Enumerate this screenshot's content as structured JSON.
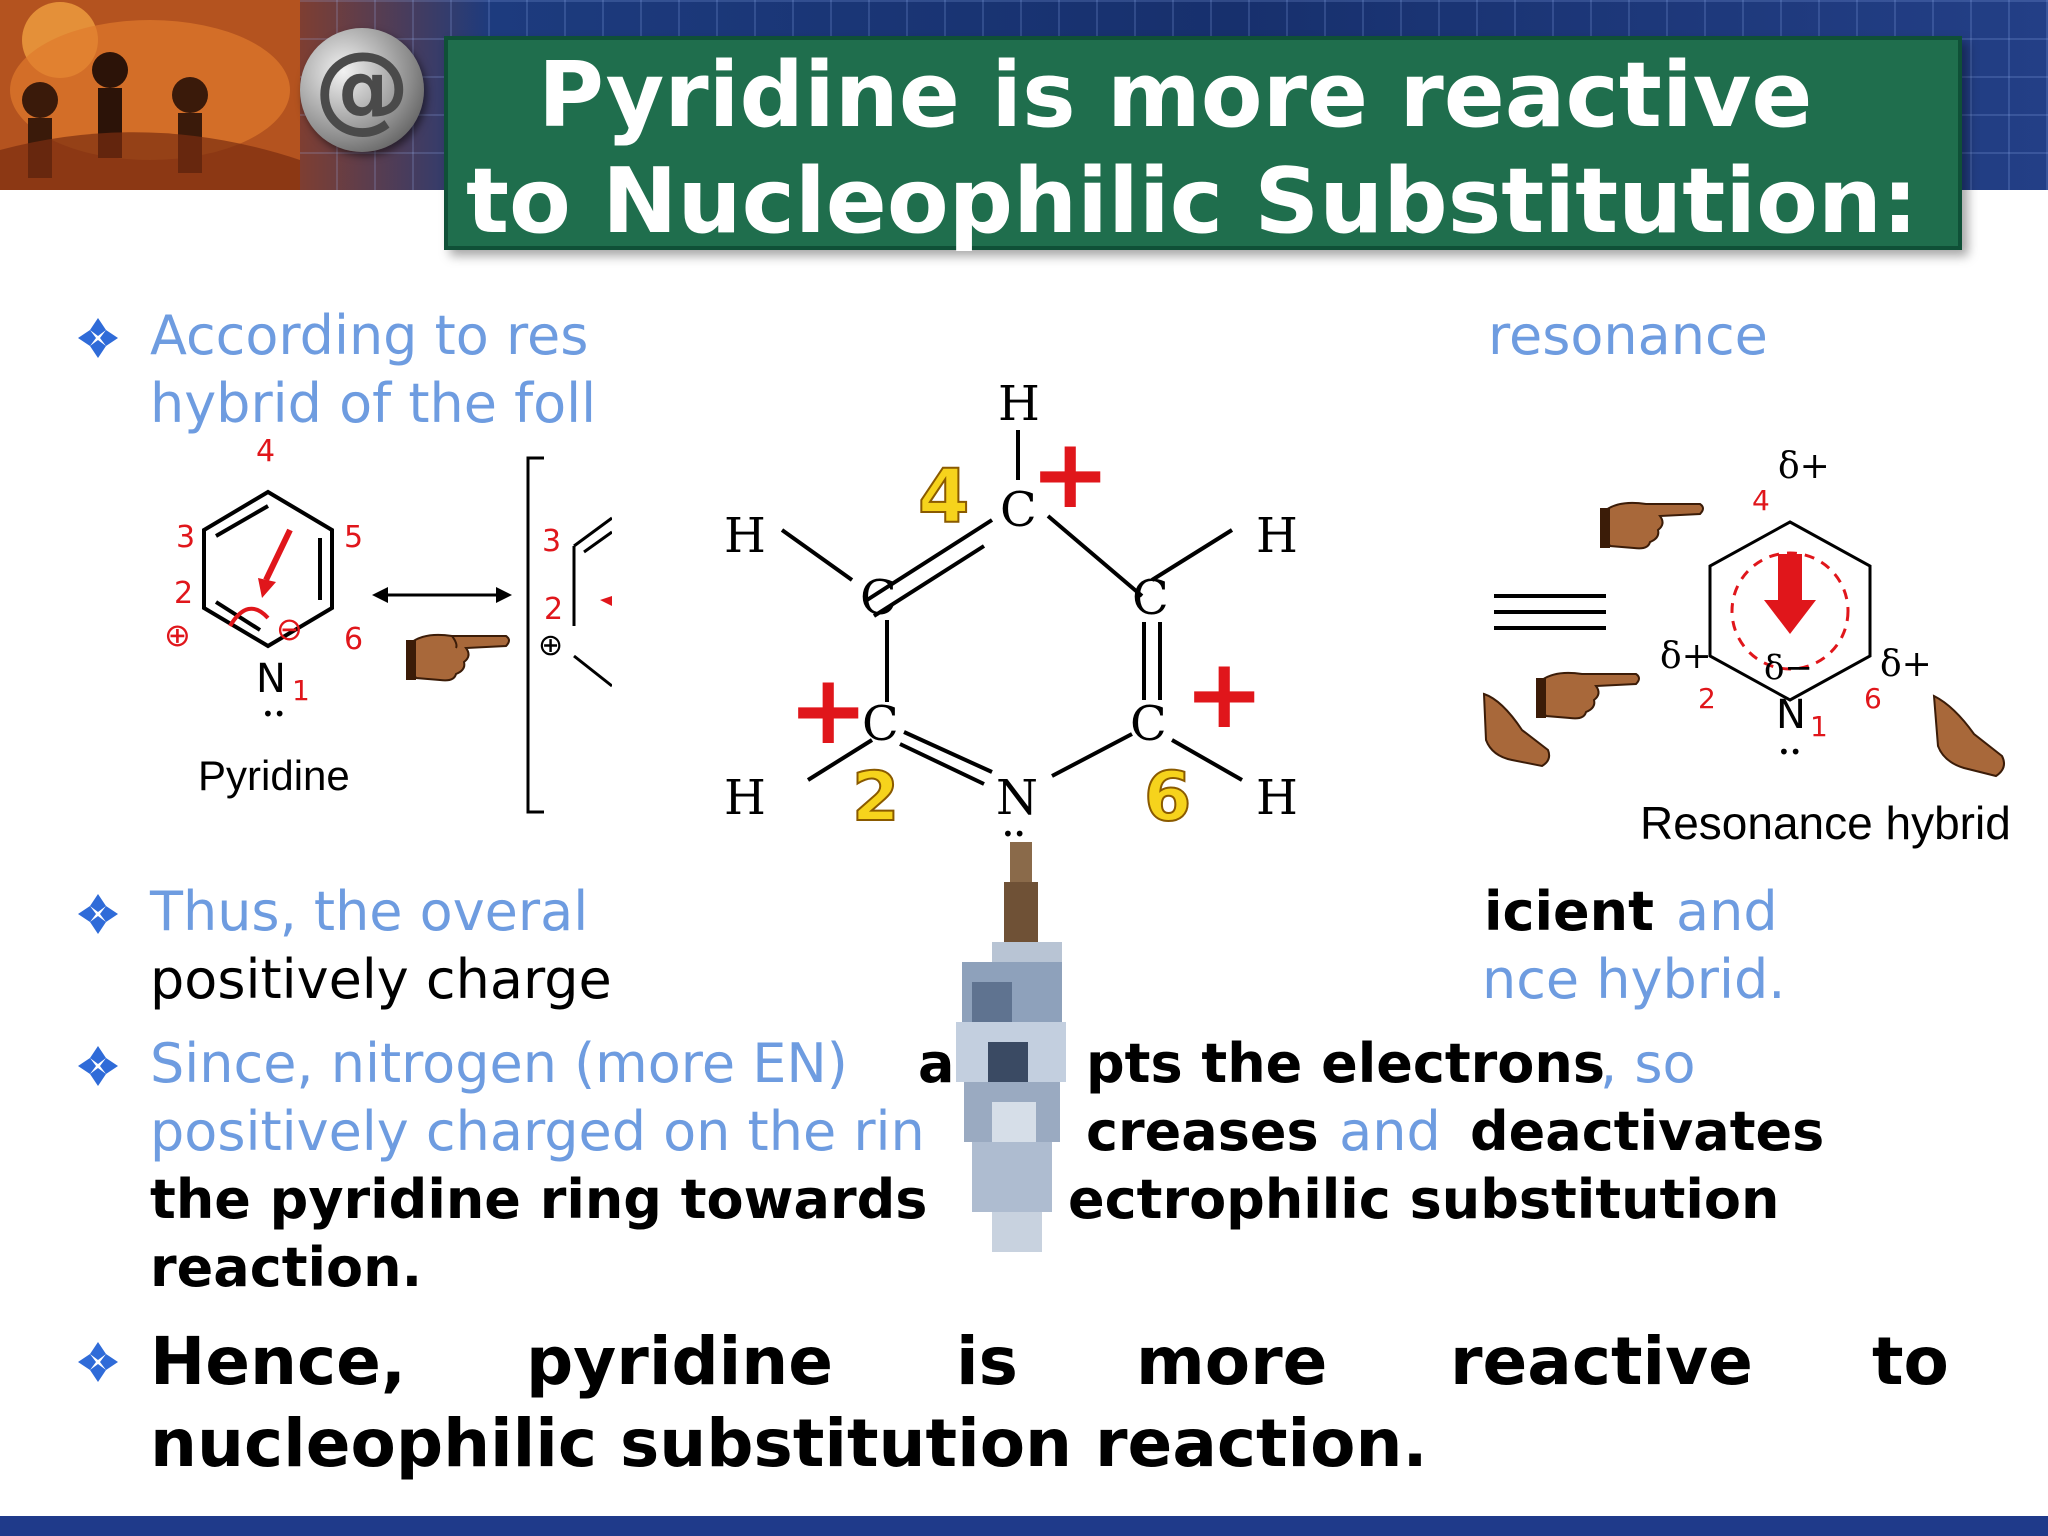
{
  "title": {
    "line1": "Pyridine is more reactive",
    "line2": "to Nucleophilic Substitution:"
  },
  "logo_text": "@",
  "bullets": [
    {
      "line1": "According to res",
      "line1_tail": "resonance",
      "line2": "hybrid of the foll"
    },
    {
      "line1_a": "Thus, the overal",
      "line1_b_bold": "icient",
      "line1_c": "and",
      "line2_a": "positively charge",
      "line2_b": "nce hybrid."
    },
    {
      "line1_a": "Since, nitrogen (more EN) ",
      "line1_b_bold": "ac",
      "line1_c_bold": "pts the electrons",
      "line1_d": ", so",
      "line2_a": "positively charged on the rin",
      "line2_b_bold": "creases",
      "line2_c": " and ",
      "line2_d_bold": "deactivates",
      "line3_a_bold": "the pyridine ring towards",
      "line3_b_bold": "ectrophilic substitution",
      "line4_bold": "reaction."
    },
    {
      "line1_words": [
        "Hence,",
        "pyridine",
        "is",
        "more",
        "reactive",
        "to"
      ],
      "line2": "nucleophilic substitution reaction."
    }
  ],
  "pyridine_figure": {
    "name": "Pyridine",
    "atom_n": "N",
    "num_1": "1",
    "num_2": "2",
    "num_3": "3",
    "num_4": "4",
    "num_5": "5",
    "num_6": "6",
    "plus": "⊕",
    "minus": "⊖"
  },
  "bracket_figure": {
    "num_3": "3",
    "num_2": "2",
    "plus": "⊕"
  },
  "center_structure": {
    "atoms": {
      "c": "C",
      "h": "H",
      "n": "N"
    },
    "positions": {
      "p2": "2",
      "p4": "4",
      "p6": "6"
    },
    "plus": "+"
  },
  "hybrid_figure": {
    "caption": "Resonance hybrid",
    "delta_plus": "δ+",
    "delta_minus": "δ−",
    "atom_n": "N",
    "num_1": "1",
    "num_2": "2",
    "num_4": "4",
    "num_6": "6"
  },
  "colors": {
    "title_bg": "#1f6e4d",
    "bullet_text": "#6e9ce0",
    "bold_text": "#000000",
    "charge_red": "#e0161b",
    "position_yellow": "#f6d31c",
    "bottom_bar": "#1f3a8a"
  },
  "icons": [
    "diamond-bullet-icon",
    "pointing-hand-icon",
    "at-logo-icon"
  ]
}
